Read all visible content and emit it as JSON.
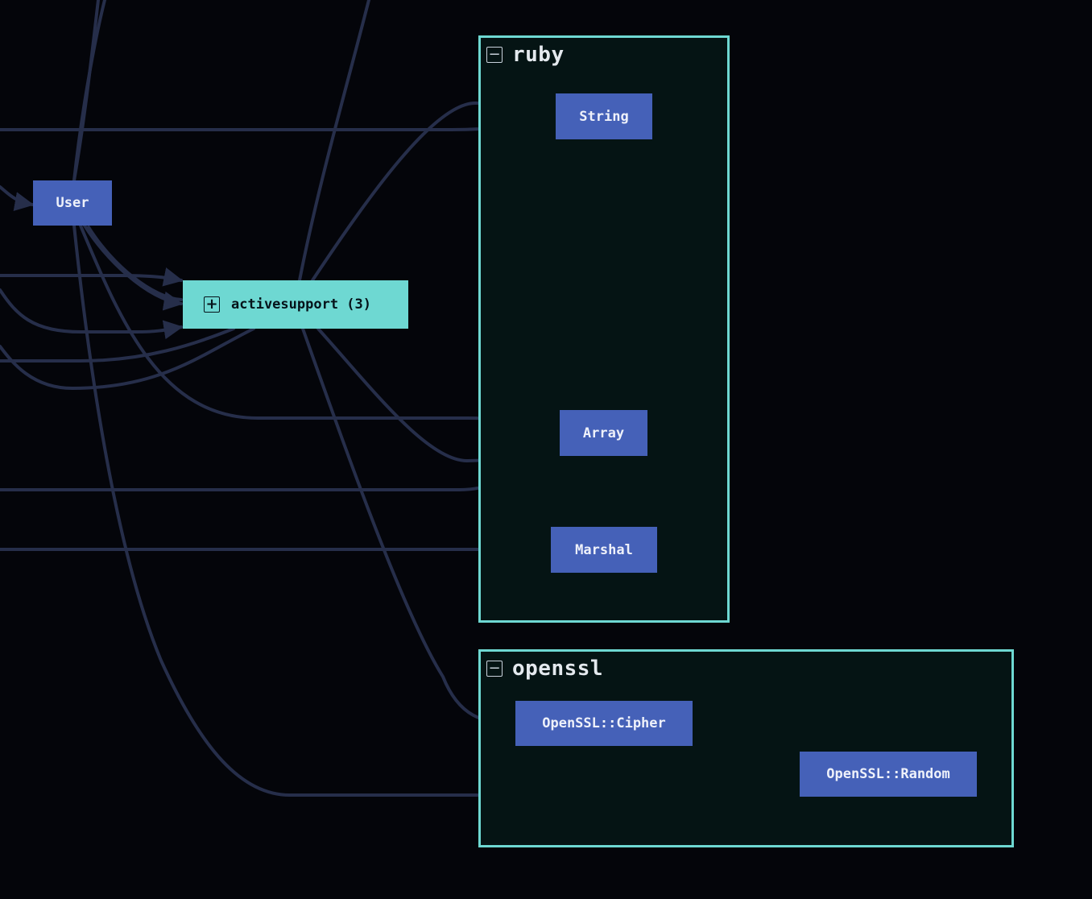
{
  "colors": {
    "background": "#04050a",
    "edge": "#262e4a",
    "group_border": "#6ed8d2",
    "group_fill": "#051414",
    "node_fill": "#4561b8",
    "collapsed_fill": "#6ed8d2"
  },
  "icons": {
    "collapse": "minus-square-icon",
    "expand": "plus-square-icon"
  },
  "groups": {
    "ruby": {
      "title": "ruby",
      "toggle": "−"
    },
    "openssl": {
      "title": "openssl",
      "toggle": "−"
    }
  },
  "collapsed_group": {
    "label": "activesupport (3)",
    "toggle": "+"
  },
  "nodes": {
    "user": "User",
    "string": "String",
    "array": "Array",
    "marshal": "Marshal",
    "cipher": "OpenSSL::Cipher",
    "random": "OpenSSL::Random"
  }
}
